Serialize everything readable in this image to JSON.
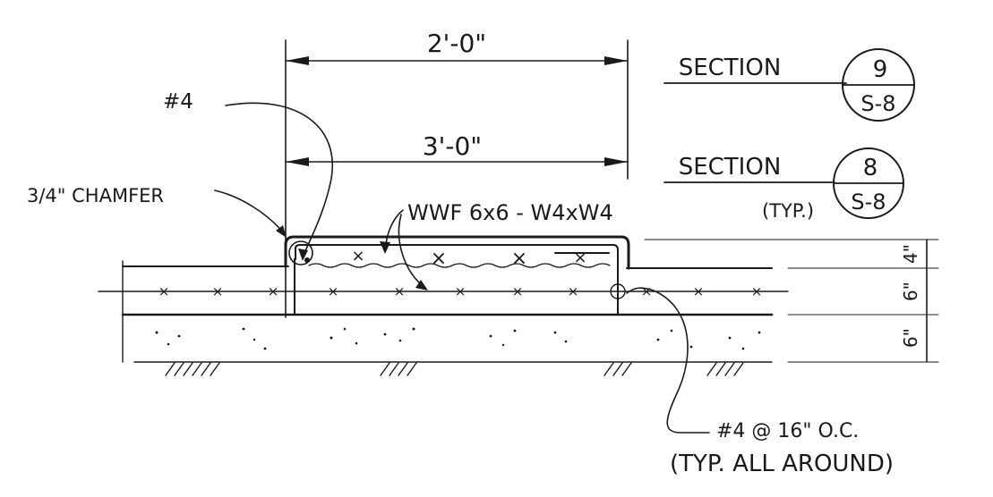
{
  "dimensions": {
    "top": "2'-0\"",
    "middle": "3'-0\""
  },
  "section_refs": [
    {
      "label": "SECTION",
      "number": "9",
      "sheet": "S-8"
    },
    {
      "label": "SECTION",
      "number": "8",
      "sheet": "S-8",
      "note": "(TYP.)"
    }
  ],
  "callouts": {
    "bar_top": "#4",
    "chamfer": "3/4\" CHAMFER",
    "mesh": "WWF 6x6 - W4xW4",
    "bar_spacing": "#4 @ 16\" O.C.",
    "bar_spacing_note": "(TYP. ALL AROUND)"
  },
  "vertical_dims": [
    "4\"",
    "6\"",
    "6\""
  ]
}
